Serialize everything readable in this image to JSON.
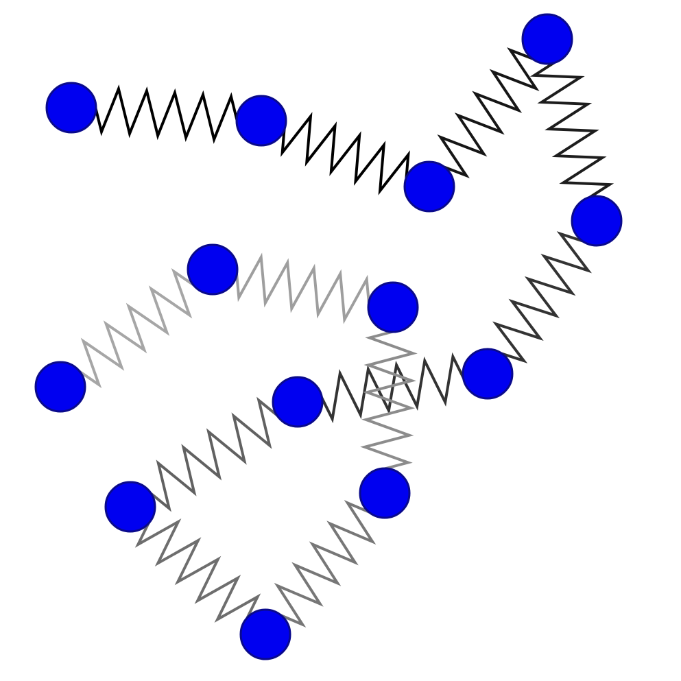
{
  "diagram": {
    "description_kind": "bead-spring chain",
    "colors": {
      "bead_fill": "#0000f0",
      "bead_stroke": "#0a0a8c",
      "background": "#ffffff"
    },
    "chain_order": [
      "b1",
      "b2",
      "b3",
      "b4",
      "b5",
      "b6",
      "b7",
      "b8",
      "b9",
      "b10",
      "b11",
      "b12",
      "b13"
    ],
    "springs": [
      {
        "id": "s1",
        "from": "b1",
        "to": "b2",
        "color": "#000000"
      },
      {
        "id": "s2",
        "from": "b2",
        "to": "b3",
        "color": "#000000"
      },
      {
        "id": "s3",
        "from": "b3",
        "to": "b4",
        "color": "#161616"
      },
      {
        "id": "s4",
        "from": "b4",
        "to": "b5",
        "color": "#1d1d1d"
      },
      {
        "id": "s5",
        "from": "b5",
        "to": "b6",
        "color": "#333333"
      },
      {
        "id": "s6",
        "from": "b6",
        "to": "b7",
        "color": "#333333"
      },
      {
        "id": "s7",
        "from": "b7",
        "to": "b8",
        "color": "#616161"
      },
      {
        "id": "s8",
        "from": "b8",
        "to": "b9",
        "color": "#6e6e6e"
      },
      {
        "id": "s9",
        "from": "b9",
        "to": "b10",
        "color": "#777777"
      },
      {
        "id": "s10",
        "from": "b10",
        "to": "b11",
        "color": "#8c8c8c"
      },
      {
        "id": "s11",
        "from": "b11",
        "to": "b12",
        "color": "#9e9e9e"
      },
      {
        "id": "s12",
        "from": "b12",
        "to": "b13",
        "color": "#a6a6a6"
      }
    ]
  }
}
